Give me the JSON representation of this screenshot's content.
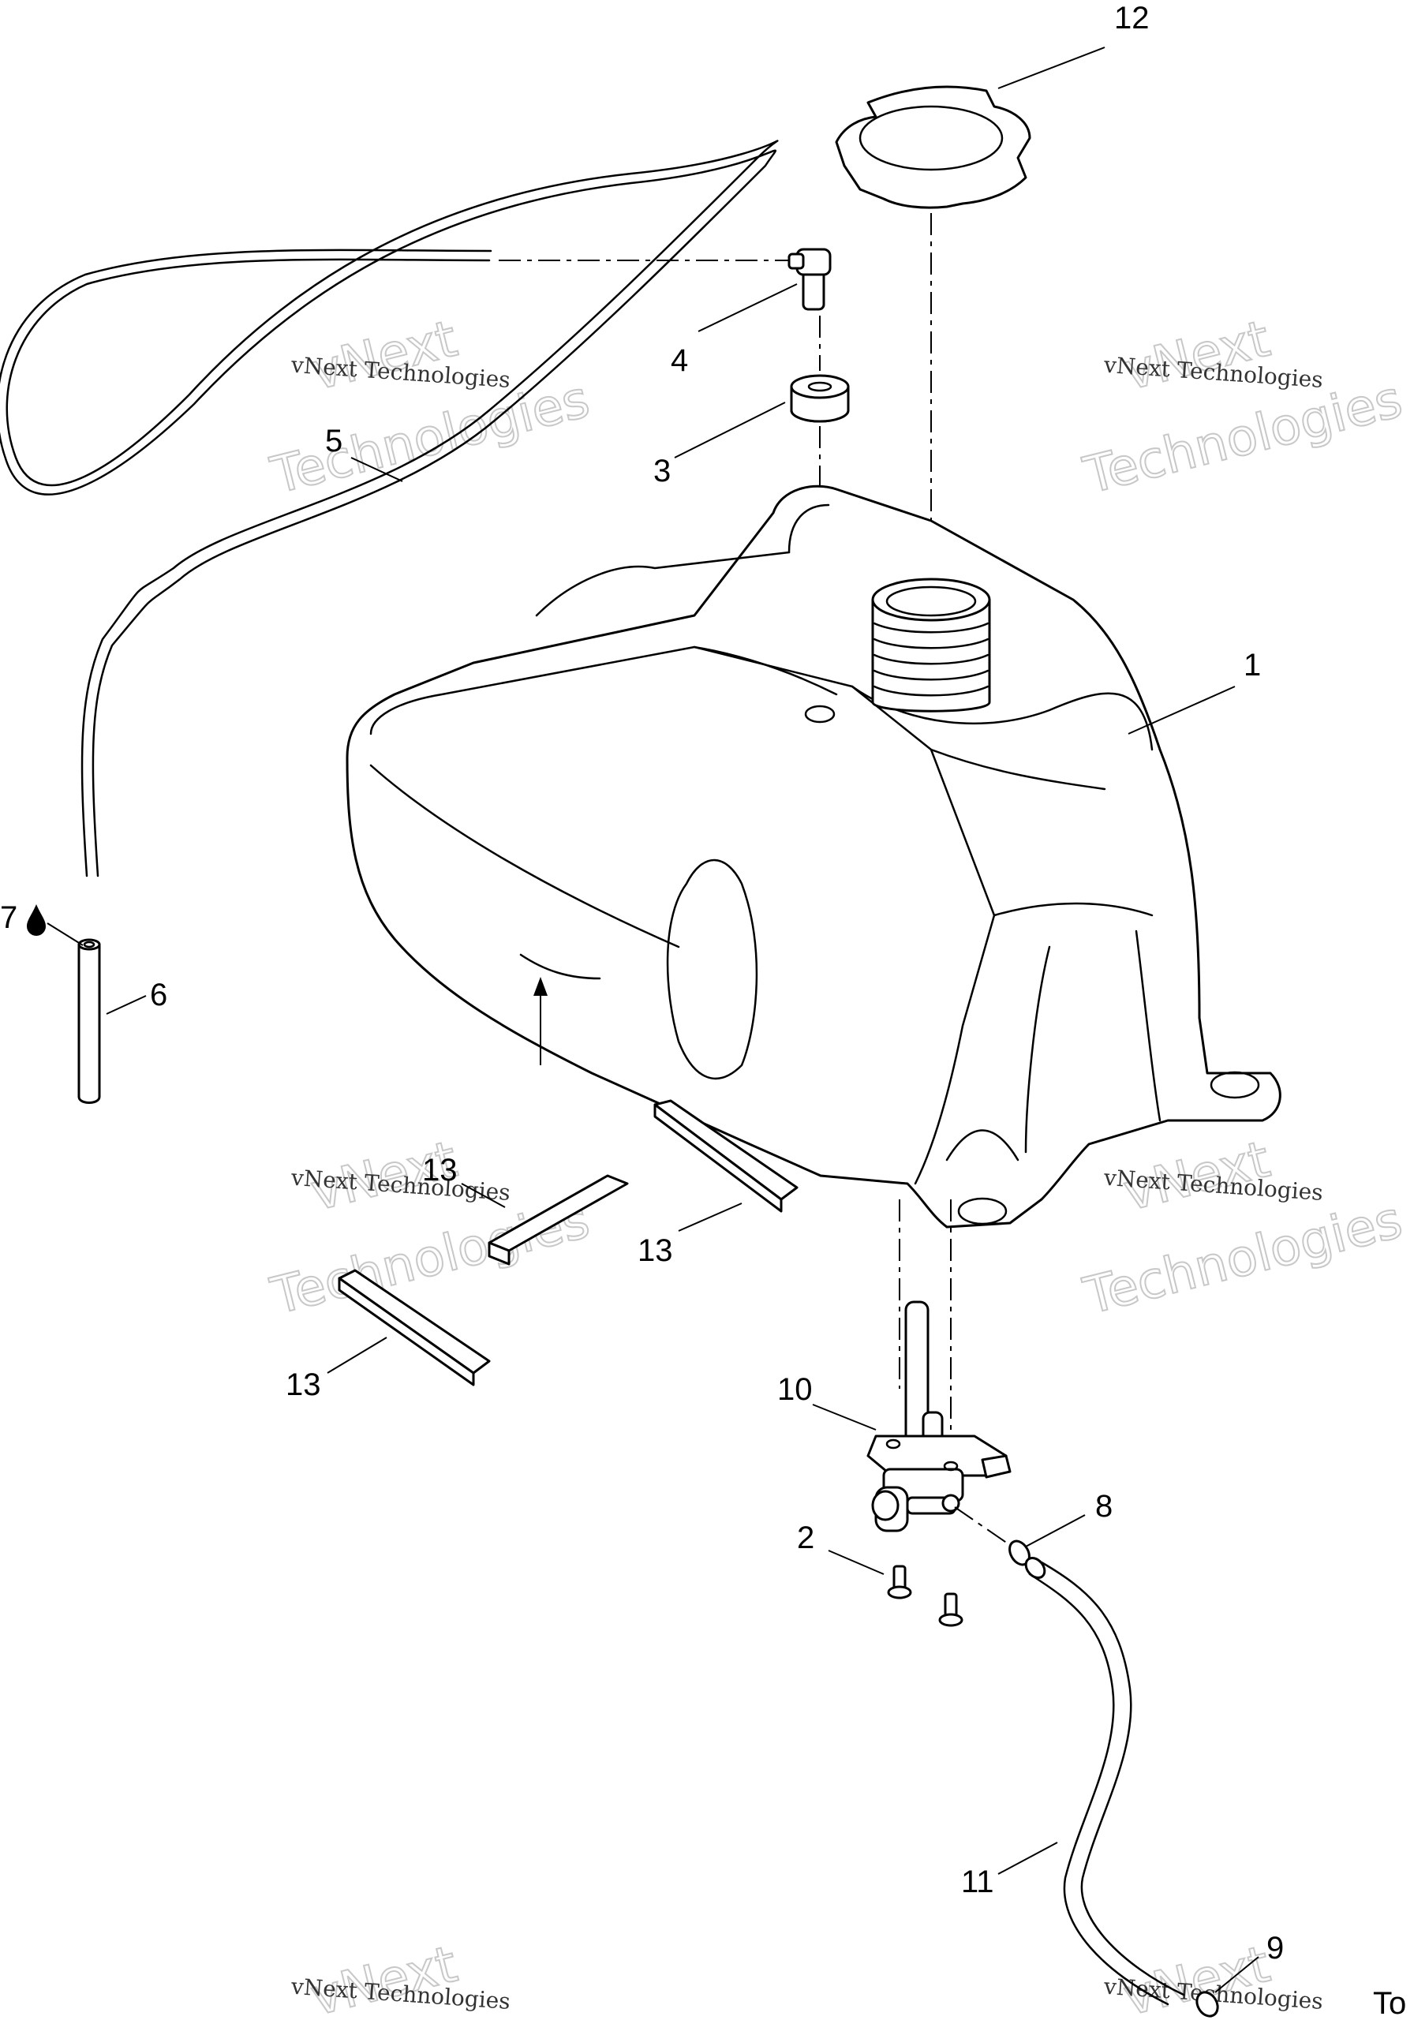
{
  "callouts": {
    "c1": "1",
    "c2": "2",
    "c3": "3",
    "c4": "4",
    "c5": "5",
    "c6": "6",
    "c7": "7",
    "c8": "8",
    "c9": "9",
    "c10": "10",
    "c11": "11",
    "c12": "12",
    "c13a": "13",
    "c13b": "13",
    "c13c": "13",
    "to": "To"
  },
  "watermark": {
    "brand": "vNext",
    "word": "Technologies",
    "label": "vNext Technologies"
  },
  "icons": {
    "sealant": "droplet-icon"
  }
}
